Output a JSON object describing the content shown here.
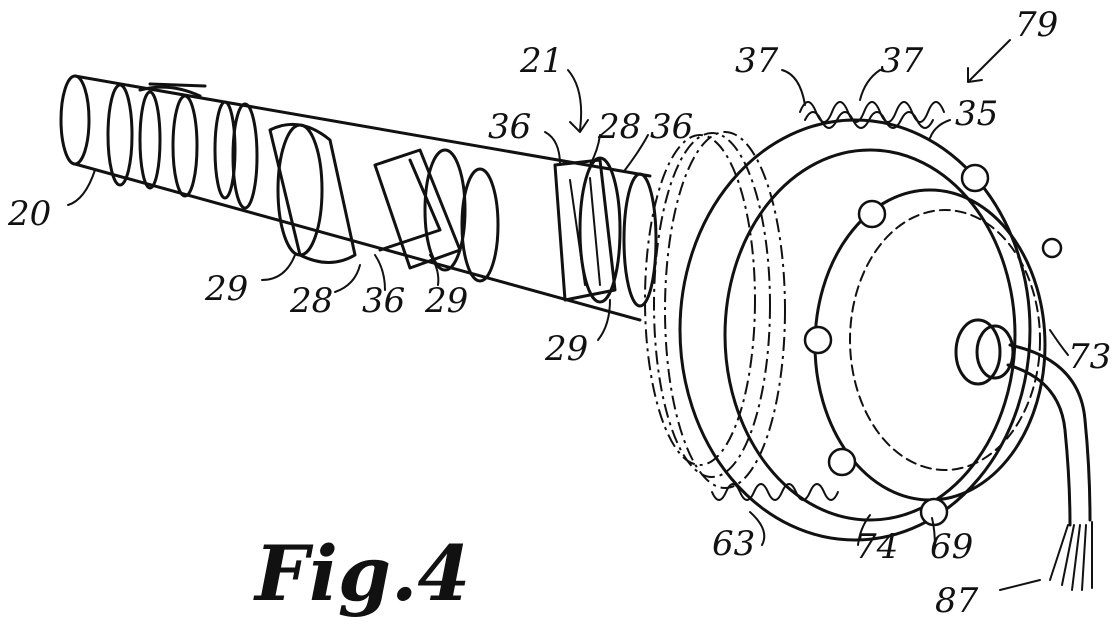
{
  "figure": {
    "caption": "Fig.4",
    "labels": {
      "l20": "20",
      "l21": "21",
      "l28a": "28",
      "l28b": "28",
      "l29a": "29",
      "l29b": "29",
      "l29c": "29",
      "l36a": "36",
      "l36b": "36",
      "l36c": "36",
      "l37a": "37",
      "l37b": "37",
      "l35": "35",
      "l79": "79",
      "l73": "73",
      "l63": "63",
      "l74": "74",
      "l69": "69",
      "l87": "87"
    }
  },
  "colors": {
    "ink": "#111111",
    "paper": "#ffffff"
  }
}
